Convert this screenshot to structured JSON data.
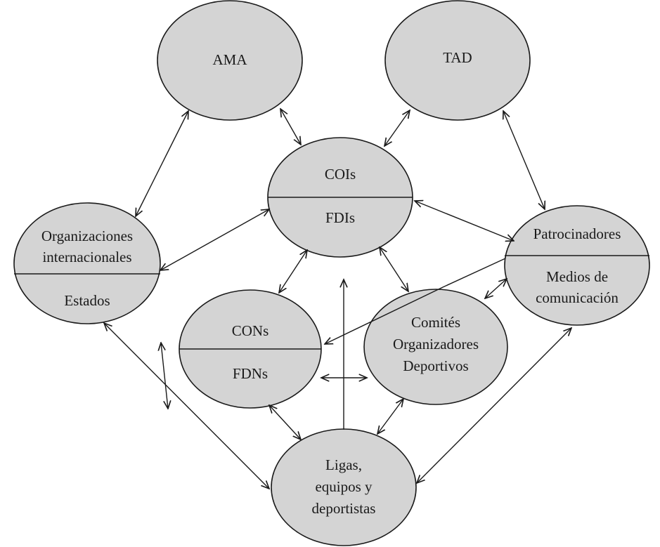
{
  "nodes": {
    "ama": {
      "label": "AMA"
    },
    "tad": {
      "label": "TAD"
    },
    "cois_fdis": {
      "top": "COIs",
      "bottom": "FDIs"
    },
    "intl_orgs_states": {
      "top_line1": "Organizaciones",
      "top_line2": "internacionales",
      "bottom": "Estados"
    },
    "sponsors_media": {
      "top": "Patrocinadores",
      "bottom_line1": "Medios de",
      "bottom_line2": "comunicación"
    },
    "cons_fdns": {
      "top": "CONs",
      "bottom": "FDNs"
    },
    "organizing_committees": {
      "line1": "Comités",
      "line2": "Organizadores",
      "line3": "Deportivos"
    },
    "leagues_teams_athletes": {
      "line1": "Ligas,",
      "line2": "equipos y",
      "line3": "deportistas"
    }
  }
}
